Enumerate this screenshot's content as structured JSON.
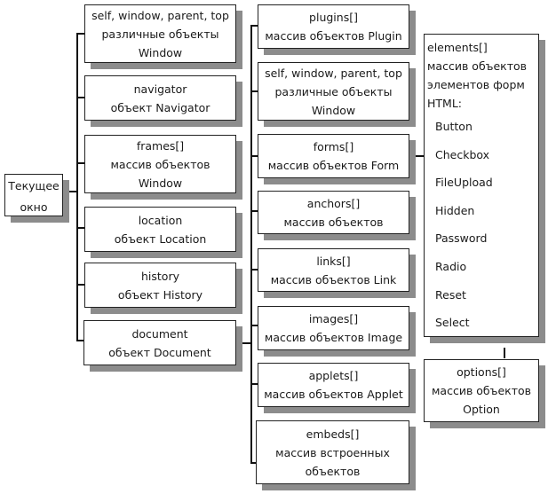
{
  "root": {
    "lines": [
      "Текущее",
      "окно"
    ]
  },
  "window_children": [
    {
      "id": "self-window-parent-top",
      "lines": [
        "self, window, parent, top",
        "различные объекты",
        "Window"
      ]
    },
    {
      "id": "navigator",
      "lines": [
        "navigator",
        "объект Navigator"
      ]
    },
    {
      "id": "frames",
      "lines": [
        "frames[]",
        "массив объектов",
        "Window"
      ]
    },
    {
      "id": "location",
      "lines": [
        "location",
        "объект Location"
      ]
    },
    {
      "id": "history",
      "lines": [
        "history",
        "объект History"
      ]
    },
    {
      "id": "document",
      "lines": [
        "document",
        "объект Document"
      ]
    }
  ],
  "document_children": [
    {
      "id": "plugins",
      "lines": [
        "plugins[]",
        "массив объектов Plugin"
      ]
    },
    {
      "id": "self-window-parent-top-2",
      "lines": [
        "self, window, parent, top",
        "различные объекты",
        "Window"
      ]
    },
    {
      "id": "forms",
      "lines": [
        "forms[]",
        "массив объектов Form"
      ]
    },
    {
      "id": "anchors",
      "lines": [
        "anchors[]",
        "массив объектов"
      ]
    },
    {
      "id": "links",
      "lines": [
        "links[]",
        "массив объектов Link"
      ]
    },
    {
      "id": "images",
      "lines": [
        "images[]",
        "массив объектов Image"
      ]
    },
    {
      "id": "applets",
      "lines": [
        "applets[]",
        "массив объектов Applet"
      ]
    },
    {
      "id": "embeds",
      "lines": [
        "embeds[]",
        "массив встроенных",
        "объектов"
      ]
    }
  ],
  "elements": {
    "header": [
      "elements[]",
      "массив объектов",
      "элементов форм",
      "HTML:"
    ],
    "items": [
      "Button",
      "Checkbox",
      "FileUpload",
      "Hidden",
      "Password",
      "Radio",
      "Reset",
      "Select"
    ]
  },
  "options": {
    "lines": [
      "options[]",
      "массив объектов",
      "Option"
    ]
  },
  "colors": {
    "border": "#222222",
    "shadow": "#8c8c8c",
    "line": "#111111"
  }
}
